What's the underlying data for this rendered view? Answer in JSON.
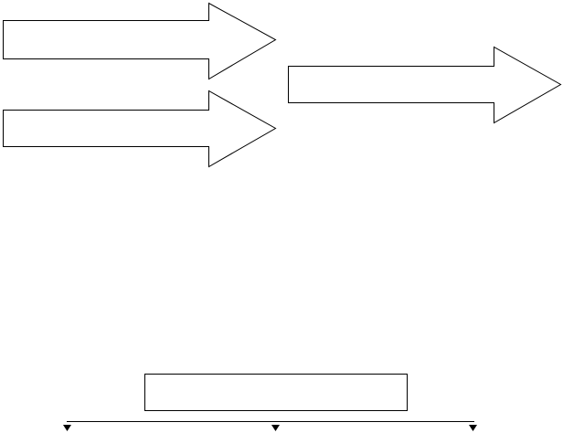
{
  "diagram": {
    "stroke_color": "#000000",
    "fill_color": "#ffffff",
    "background_color": "#ffffff",
    "shapes": [
      {
        "name": "block-arrow-top-left",
        "kind": "block-arrow",
        "direction": "right",
        "label": ""
      },
      {
        "name": "block-arrow-bottom-left",
        "kind": "block-arrow",
        "direction": "right",
        "label": ""
      },
      {
        "name": "block-arrow-right",
        "kind": "block-arrow",
        "direction": "right",
        "label": ""
      },
      {
        "name": "empty-box",
        "kind": "rectangle",
        "label": ""
      }
    ],
    "baseline": {
      "marker_icon": "down-triangle-icon",
      "marker_count": 3
    }
  }
}
